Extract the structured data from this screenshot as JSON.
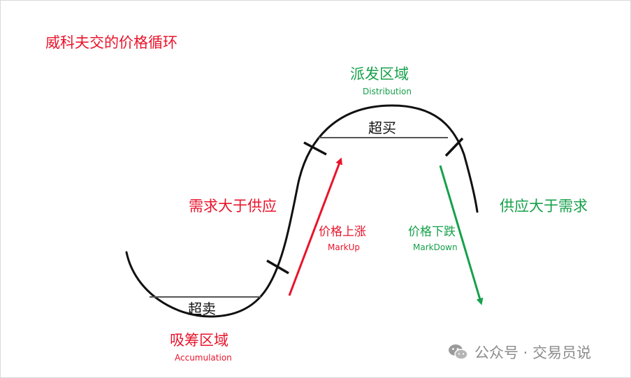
{
  "title": "威科夫交的价格循环",
  "distribution": {
    "zh": "派发区域",
    "en": "Distribution",
    "inner": "超买"
  },
  "accumulation": {
    "zh": "吸筹区域",
    "en": "Accumulation",
    "inner": "超卖"
  },
  "demand_over_supply": "需求大于供应",
  "supply_over_demand": "供应大于需求",
  "markup": {
    "zh": "价格上涨",
    "en": "MarkUp"
  },
  "markdown": {
    "zh": "价格下跌",
    "en": "MarkDown"
  },
  "watermark": "公众号 · 交易员说",
  "colors": {
    "red": "#e8142b",
    "green": "#16a04a",
    "curve": "#111111",
    "watermark": "#8c8c8c"
  }
}
